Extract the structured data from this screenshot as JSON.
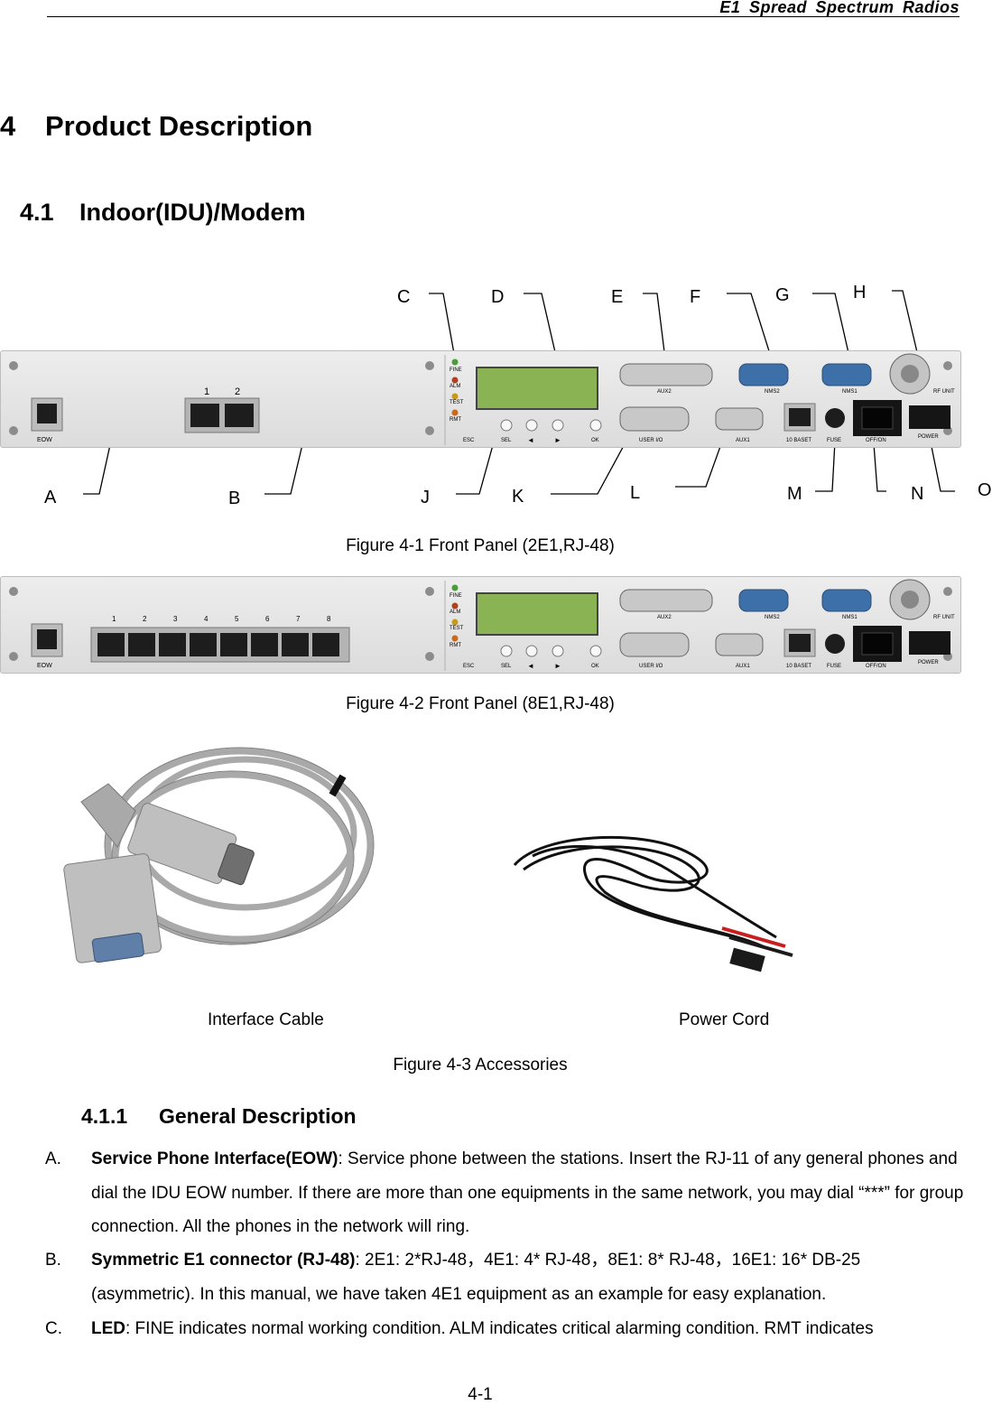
{
  "header": {
    "title": "E1  Spread  Spectrum  Radios"
  },
  "section": {
    "number": "4",
    "title": "Product Description"
  },
  "subsection": {
    "number": "4.1",
    "title": "Indoor(IDU)/Modem"
  },
  "figure1": {
    "caption": "Figure 4-1 Front Panel (2E1,RJ-48)",
    "callouts_top": [
      "C",
      "D",
      "E",
      "F",
      "G",
      "H"
    ],
    "callouts_bottom": [
      "A",
      "B",
      "J",
      "K",
      "L",
      "M",
      "N",
      "O"
    ],
    "panel_labels": {
      "eow": "EOW",
      "port1": "1",
      "port2": "2",
      "fine": "FINE",
      "alm": "ALM",
      "test": "TEST",
      "rmt": "RMT",
      "esc": "ESC",
      "sel": "SEL",
      "left": "◄",
      "right": "►",
      "ok": "OK",
      "aux2": "AUX2",
      "nms2": "NMS2",
      "nms1": "NMS1",
      "rf_unit": "RF UNIT",
      "user_io": "USER  I/O",
      "aux1": "AUX1",
      "baset": "10 BASET",
      "fuse": "FUSE",
      "onoff": "OFF/ON",
      "power": "POWER"
    }
  },
  "figure2": {
    "caption": "Figure 4-2 Front Panel (8E1,RJ-48)",
    "port_numbers": [
      "1",
      "2",
      "3",
      "4",
      "5",
      "6",
      "7",
      "8"
    ]
  },
  "figure3": {
    "caption": "Figure 4-3 Accessories",
    "left_label": "Interface Cable",
    "right_label": "Power Cord"
  },
  "subsubsection": {
    "number": "4.1.1",
    "title": "General Description"
  },
  "items": [
    {
      "label": "A.",
      "term": "Service Phone Interface(EOW)",
      "text": ": Service phone between the stations. Insert the RJ-11 of any general phones and dial the IDU EOW number. If there are more than one equipments in the same network, you may dial “***” for group connection. All the phones in the network will ring."
    },
    {
      "label": "B.",
      "term": "Symmetric E1 connector (RJ-48)",
      "text": ": 2E1: 2*RJ-48，4E1: 4* RJ-48，8E1: 8* RJ-48，16E1: 16* DB-25 (asymmetric). In this manual, we have taken 4E1 equipment as an example for easy explanation."
    },
    {
      "label": "C.",
      "term": "LED",
      "text": ": FINE indicates normal working condition. ALM indicates critical alarming condition. RMT indicates"
    }
  ],
  "page_number": "4-1"
}
